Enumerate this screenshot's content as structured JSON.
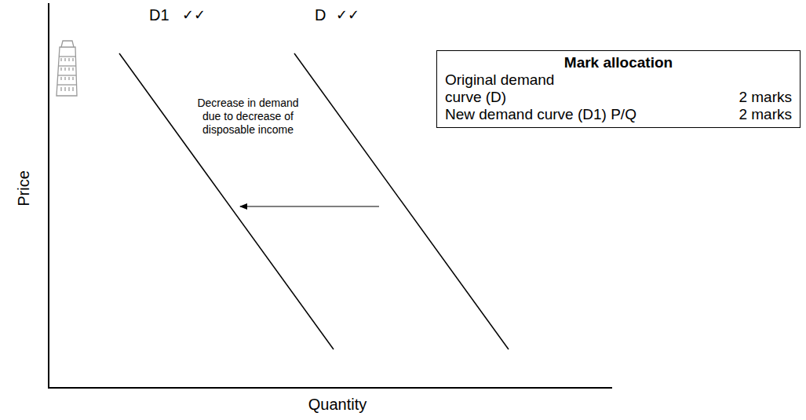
{
  "diagram": {
    "nodes": [
      {
        "text": [
          "Mark allocation",
          "Original demand curve (D)",
          "2 marks",
          "New demand curve (D1) P/Q",
          "2 marks"
        ]
      }
    ],
    "labels": [
      "D1",
      "✓✓",
      "D",
      "✓✓",
      "Decrease in demand due to decrease of disposable income",
      "Price",
      "Quantity"
    ]
  }
}
